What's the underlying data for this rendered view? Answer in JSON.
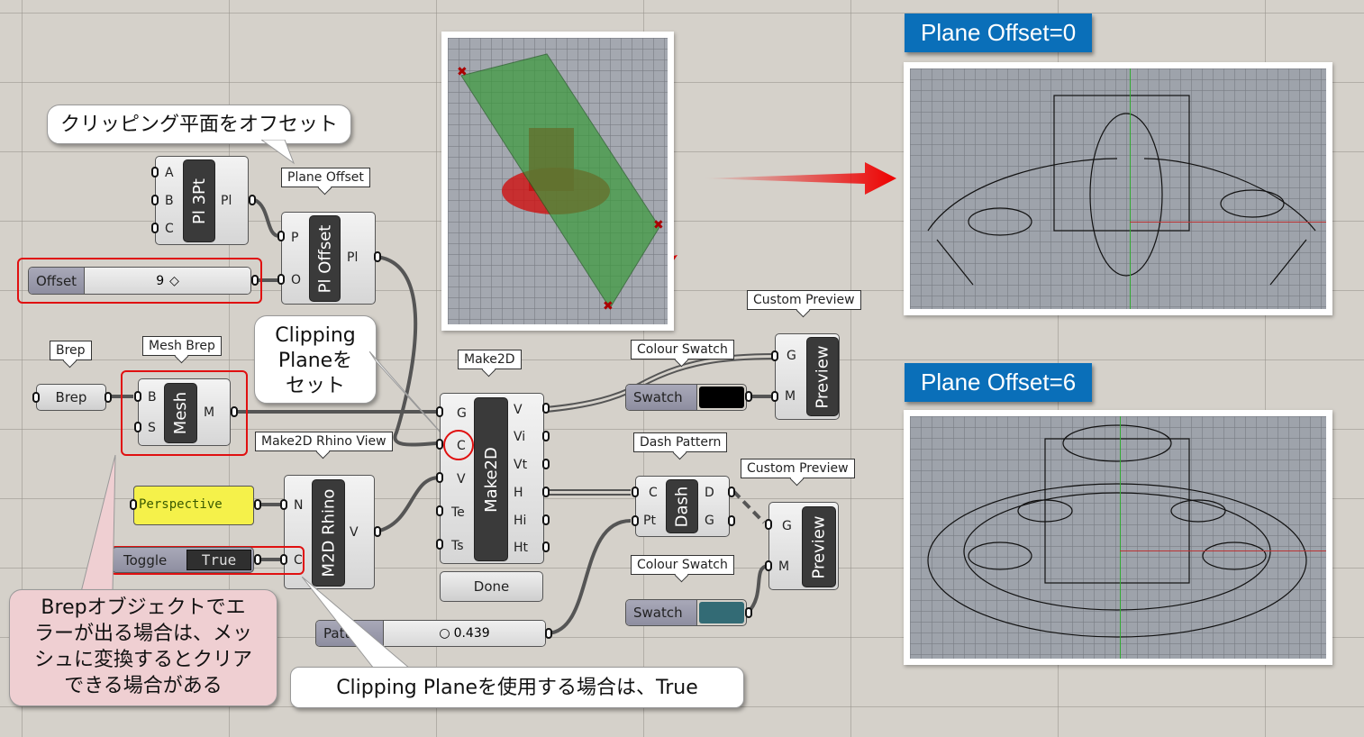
{
  "callouts": {
    "offset_clip": "クリッピング平面をオフセット",
    "set_clip_line1": "Clipping",
    "set_clip_line2": "Planeを",
    "set_clip_line3": "セット",
    "brep_error_lines": [
      "Brepオブジェクトでエ",
      "ラーが出る場合は、メッ",
      "シュに変換するとクリア",
      "できる場合がある"
    ],
    "use_true": "Clipping  Planeを使用する場合は、True"
  },
  "labels": {
    "plane_offset": "Plane Offset",
    "brep": "Brep",
    "mesh_brep": "Mesh Brep",
    "make2d_view": "Make2D Rhino View",
    "make2d": "Make2D",
    "colour_swatch_1": "Colour Swatch",
    "custom_preview_1": "Custom Preview",
    "dash_pattern": "Dash Pattern",
    "custom_preview_2": "Custom Preview",
    "colour_swatch_2": "Colour Swatch"
  },
  "components": {
    "pl3pt": {
      "name": "Pl 3Pt",
      "inputs": [
        "A",
        "B",
        "C"
      ],
      "outputs": [
        "Pl"
      ]
    },
    "ploffset": {
      "name": "Pl Offset",
      "inputs": [
        "P",
        "O"
      ],
      "outputs": [
        "Pl"
      ]
    },
    "mesh": {
      "name": "Mesh",
      "inputs": [
        "B",
        "S"
      ],
      "outputs": [
        "M"
      ]
    },
    "m2d_rhino": {
      "name": "M2D Rhino",
      "inputs": [
        "N",
        "C"
      ],
      "outputs": [
        "V"
      ]
    },
    "make2d": {
      "name": "Make2D",
      "inputs": [
        "G",
        "C",
        "V",
        "Te",
        "Ts"
      ],
      "outputs": [
        "V",
        "Vi",
        "Vt",
        "H",
        "Hi",
        "Ht"
      ],
      "button": "Done"
    },
    "dash": {
      "name": "Dash",
      "inputs": [
        "C",
        "Pt"
      ],
      "outputs": [
        "D",
        "G"
      ]
    },
    "preview1": {
      "name": "Preview",
      "inputs": [
        "G",
        "M"
      ]
    },
    "preview2": {
      "name": "Preview",
      "inputs": [
        "G",
        "M"
      ]
    }
  },
  "params": {
    "brep": "Brep",
    "offset_slider": {
      "label": "Offset",
      "value": "9"
    },
    "perspective_panel": "Perspective",
    "toggle": {
      "label": "Toggle",
      "value": "True"
    },
    "pattern_slider": {
      "label": "Patter",
      "value": "0.439"
    },
    "swatch1": {
      "label": "Swatch",
      "color": "#000000"
    },
    "swatch2": {
      "label": "Swatch",
      "color": "#336b75"
    }
  },
  "results": {
    "offset0": "Plane Offset=0",
    "offset6": "Plane Offset=6"
  }
}
